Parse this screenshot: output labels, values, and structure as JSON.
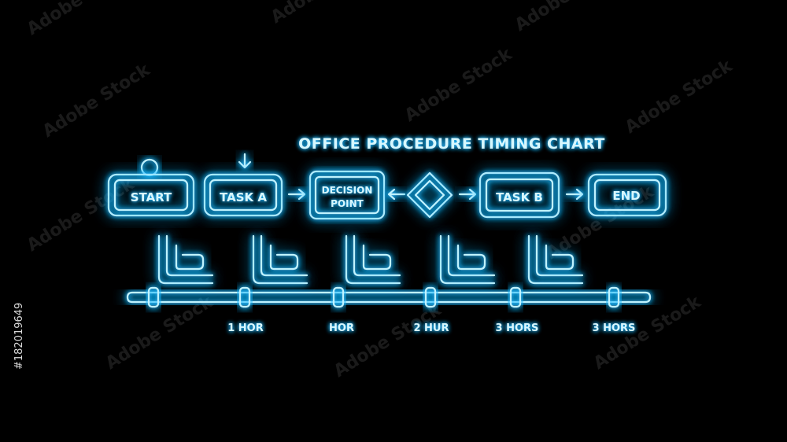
{
  "title": "OFFICE PROCEDURE TIMING CHART",
  "steps": {
    "start": "START",
    "task_a": "TASK A",
    "decision_line1": "DECISION",
    "decision_line2": "POINT",
    "task_b": "TASK B",
    "end": "END"
  },
  "time_labels": [
    "1 HOR",
    "HOR",
    "2 HUR",
    "3 HORS",
    "3 HORS"
  ],
  "watermark": "Adobe Stock",
  "stock_id": "#182019649",
  "colors": {
    "background": "#000000",
    "glow": "#22c8ff",
    "core": "#bff3ff"
  },
  "icons": [
    "down-arrow-icon",
    "right-arrow-icon",
    "left-arrow-icon",
    "diamond-icon",
    "chair-icon"
  ]
}
